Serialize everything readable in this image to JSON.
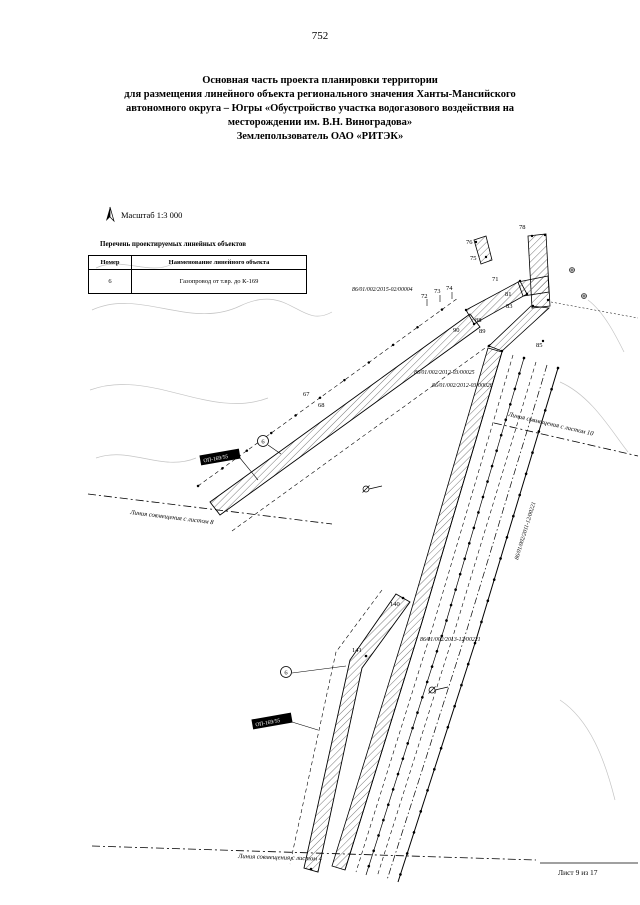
{
  "page": {
    "number": "752",
    "title_lines": [
      "Основная часть проекта планировки территории",
      "для размещения линейного объекта регионального значения Ханты-Мансийского",
      "автономного округа – Югры «Обустройство участка водогазового воздействия на",
      "месторождении им. В.Н. Виноградова»",
      "Землепользователь ОАО «РИТЭК»"
    ],
    "sheet_label": "Лист 9 из 17"
  },
  "map": {
    "scale_label": "Масштаб 1:3 000",
    "legend": {
      "title": "Перечень проектируемых линейных объектов",
      "headers": [
        "Номер",
        "Наименование линейного объекта"
      ],
      "row": {
        "num": "6",
        "name": "Газопровод от т.вр. до К-169"
      }
    },
    "join_labels": {
      "sheet10": "Линия совмещения с листом 10",
      "sheet8": "Линия совмещения с листом 8",
      "sheet4": "Линия совмещения с листом 4"
    },
    "cadastral": {
      "c1": "86/01/002/2015-02/00004",
      "c2": "86/01/002/2012-03/00025",
      "c3": "86/01/002/2012-03/00026",
      "c4": "86/01/002/2013-12/00221",
      "c5": "86/01/002/2011-12/00221"
    },
    "points": {
      "p67": "67",
      "p68": "68",
      "p71": "71",
      "p72": "72",
      "p73": "73",
      "p74": "74",
      "p75": "75",
      "p76": "76",
      "p78": "78",
      "p81": "81",
      "p83": "83",
      "p85": "85",
      "p88": "88",
      "p89": "89",
      "p90": "90",
      "p140": "140",
      "p141": "141"
    },
    "tags": {
      "tag1": "ОП-169/55",
      "tag2": "ОП-169/55"
    },
    "circled_label": "6"
  }
}
